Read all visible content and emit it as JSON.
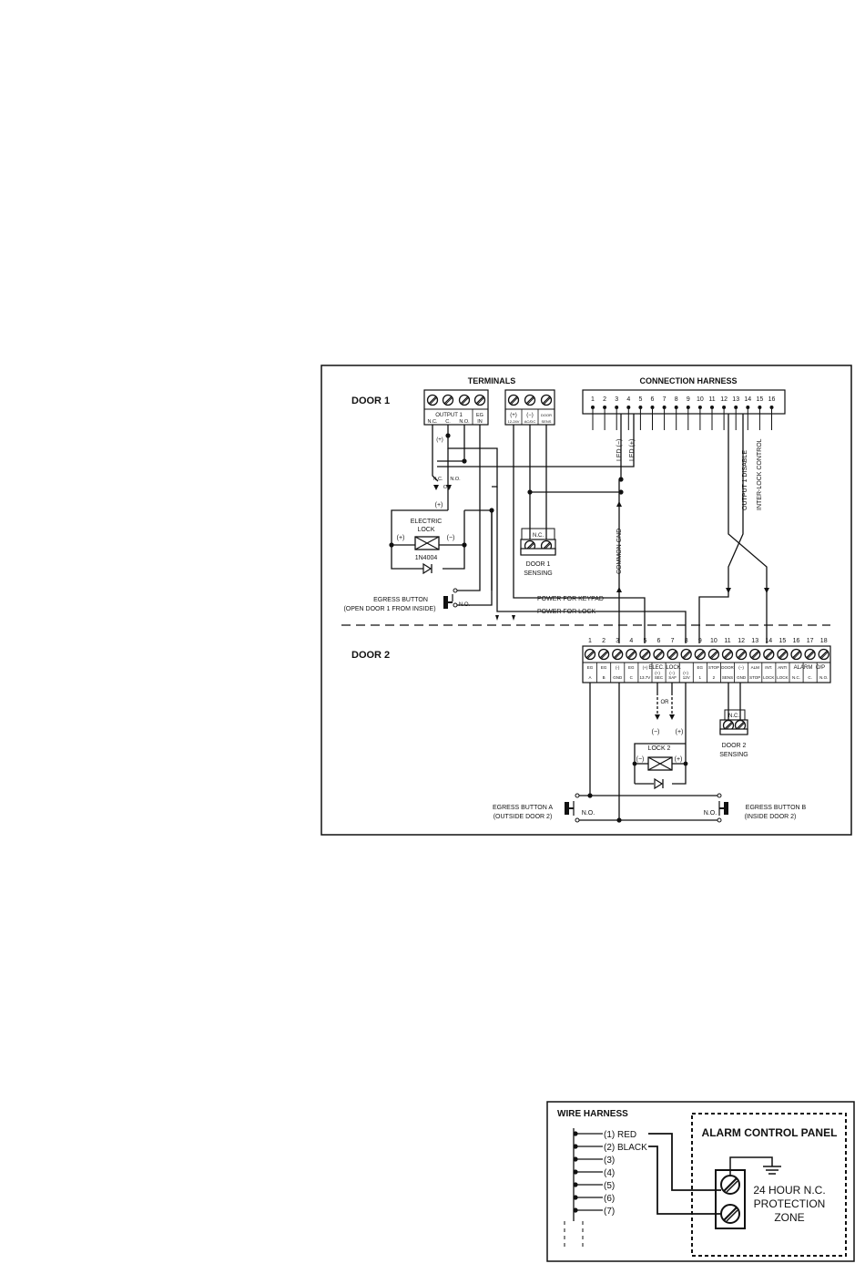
{
  "main_diagram": {
    "terminals_title": "TERMINALS",
    "harness_title": "CONNECTION HARNESS",
    "door1_label": "DOOR 1",
    "door2_label": "DOOR 2",
    "output1_label": "OUTPUT 1",
    "t_nc": "N.C.",
    "t_c": "C.",
    "t_no": "N.O.",
    "eg": "EG",
    "in": "IN",
    "plus": "(+)",
    "minus": "(−)",
    "acdc_volt": "12-24V",
    "acdc": "AC/DC",
    "door": "DOOR",
    "sens": "SENS",
    "harness_pins": [
      "1",
      "2",
      "3",
      "4",
      "5",
      "6",
      "7",
      "8",
      "9",
      "10",
      "11",
      "12",
      "13",
      "14",
      "15",
      "16"
    ],
    "led_minus": "LED (−)",
    "led_plus": "LED (+)",
    "output1_disable": "OUTPUT 1 DISABLE",
    "interlock_control": "INTER-LOCK CONTROL",
    "common_gnd": "COMMON GND",
    "nc_small": "N.C.",
    "no_small": "N.O.",
    "or_small": "OR",
    "lock_plus": "(+)",
    "electric_lock_1": "ELECTRIC",
    "electric_lock_2": "LOCK",
    "el_plus": "(+)",
    "el_minus": "(−)",
    "diode1": "1N4004",
    "door1_sense_nc": "N.C.",
    "door1_sensing_1": "DOOR 1",
    "door1_sensing_2": "SENSING",
    "egress_1": "EGRESS BUTTON",
    "egress_1b": "(OPEN DOOR 1 FROM INSIDE)",
    "egress_no": "N.O.",
    "power_keypad": "POWER FOR KEYPAD",
    "power_lock": "POWER FOR LOCK",
    "door2_pins": [
      "1",
      "2",
      "3",
      "4",
      "5",
      "6",
      "7",
      "8",
      "9",
      "10",
      "11",
      "12",
      "13",
      "14",
      "15",
      "16",
      "17",
      "18"
    ],
    "d2_top": [
      "EG",
      "EG",
      "(-)",
      "EG",
      "(+)",
      "",
      "",
      "",
      "EG",
      "STOP",
      "DOOR",
      "(−)",
      "ALM",
      "INT.",
      "ANTI",
      "",
      "",
      ""
    ],
    "d2_bot": [
      "A",
      "B",
      "GND",
      "C",
      "13.7V",
      "SEC",
      "SAF",
      "12V",
      "1",
      "2",
      "SENS",
      "GND",
      "STOP",
      "LOCK",
      "LOCK",
      "N.C.",
      "C.",
      "N.O."
    ],
    "elec_lock": "ELEC. LOCK",
    "d2_67_top": "(+)",
    "d2_7_top": "(−)",
    "d2_8_top": "(+)",
    "alarm_op": "ALARM",
    "op": "O/P",
    "or2": "OR",
    "lock2_minus_top": "(−)",
    "lock2_plus_top": "(+)",
    "lock2": "LOCK 2",
    "lock2_minus": "(−)",
    "lock2_plus": "(+)",
    "door2_nc": "N.C.",
    "door2_sensing_1": "DOOR 2",
    "door2_sensing_2": "SENSING",
    "egress_a_1": "EGRESS BUTTON A",
    "egress_a_2": "(OUTSIDE DOOR 2)",
    "egress_a_no": "N.O.",
    "egress_b_1": "EGRESS BUTTON B",
    "egress_b_2": "(INSIDE DOOR 2)",
    "egress_b_no": "N.O."
  },
  "alarm_diagram": {
    "wire_harness": "WIRE HARNESS",
    "wires": [
      "(1)  RED",
      "(2)  BLACK",
      "(3)",
      "(4)",
      "(5)",
      "(6)",
      "(7)"
    ],
    "panel_title": "ALARM CONTROL PANEL",
    "zone_1": "24 HOUR N.C.",
    "zone_2": "PROTECTION",
    "zone_3": "ZONE"
  }
}
